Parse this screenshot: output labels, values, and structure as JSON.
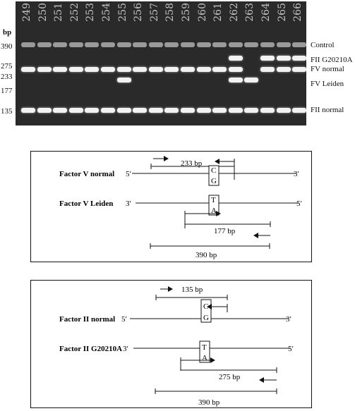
{
  "gel": {
    "bp_header": "bp",
    "bp_sizes": [
      "390",
      "275",
      "233",
      "177",
      "135"
    ],
    "band_labels": [
      "Control",
      "FII G20210A",
      "FV normal",
      "FV Leiden",
      "FII normal"
    ],
    "lanes": [
      {
        "label": "249",
        "bands": [
          "control",
          "fv_normal",
          "fii_normal"
        ]
      },
      {
        "label": "250",
        "bands": [
          "control",
          "fv_normal",
          "fii_normal"
        ]
      },
      {
        "label": "251",
        "bands": [
          "control",
          "fv_normal",
          "fii_normal"
        ]
      },
      {
        "label": "252",
        "bands": [
          "control",
          "fv_normal",
          "fii_normal"
        ]
      },
      {
        "label": "253",
        "bands": [
          "control",
          "fv_normal",
          "fii_normal"
        ]
      },
      {
        "label": "254",
        "bands": [
          "control",
          "fv_normal",
          "fii_normal"
        ]
      },
      {
        "label": "255",
        "bands": [
          "control",
          "fv_normal",
          "fv_leiden",
          "fii_normal"
        ]
      },
      {
        "label": "256",
        "bands": [
          "control",
          "fv_normal",
          "fii_normal"
        ]
      },
      {
        "label": "257",
        "bands": [
          "control",
          "fv_normal",
          "fii_normal"
        ]
      },
      {
        "label": "258",
        "bands": [
          "control",
          "fv_normal",
          "fii_normal"
        ]
      },
      {
        "label": "259",
        "bands": [
          "control",
          "fv_normal",
          "fii_normal"
        ]
      },
      {
        "label": "260",
        "bands": [
          "control",
          "fv_normal",
          "fii_normal"
        ]
      },
      {
        "label": "261",
        "bands": [
          "control",
          "fv_normal",
          "fii_normal"
        ]
      },
      {
        "label": "262",
        "bands": [
          "control",
          "fii_g20210a",
          "fv_normal",
          "fv_leiden",
          "fii_normal"
        ]
      },
      {
        "label": "263",
        "bands": [
          "control",
          "fv_leiden",
          "fii_normal"
        ]
      },
      {
        "label": "264",
        "bands": [
          "control",
          "fii_g20210a",
          "fv_normal",
          "fii_normal"
        ]
      },
      {
        "label": "265",
        "bands": [
          "control",
          "fii_g20210a",
          "fv_normal",
          "fii_normal"
        ]
      },
      {
        "label": "266",
        "bands": [
          "control",
          "fii_g20210a",
          "fv_normal",
          "fii_normal"
        ]
      }
    ]
  },
  "diagram_fv": {
    "fragment_top": "233 bp",
    "normal_label": "Factor V normal",
    "normal_5": "5′",
    "normal_3": "3′",
    "normal_base_top": "C",
    "normal_base_bottom": "G",
    "leiden_label": "Factor V Leiden",
    "leiden_3": "3′",
    "leiden_5": "5′",
    "leiden_base_top": "T",
    "leiden_base_bottom": "A",
    "fragment_mid": "177 bp",
    "fragment_total": "390 bp"
  },
  "diagram_fii": {
    "fragment_top": "135 bp",
    "normal_label": "Factor II normal",
    "normal_5": "5′",
    "normal_3": "3′",
    "normal_base_top": "C",
    "normal_base_bottom": "G",
    "mutant_label": "Factor II G20210A",
    "mutant_3": "3′",
    "mutant_5": "5′",
    "mutant_base_top": "T",
    "mutant_base_bottom": "A",
    "fragment_mid": "275 bp",
    "fragment_total": "390 bp"
  }
}
